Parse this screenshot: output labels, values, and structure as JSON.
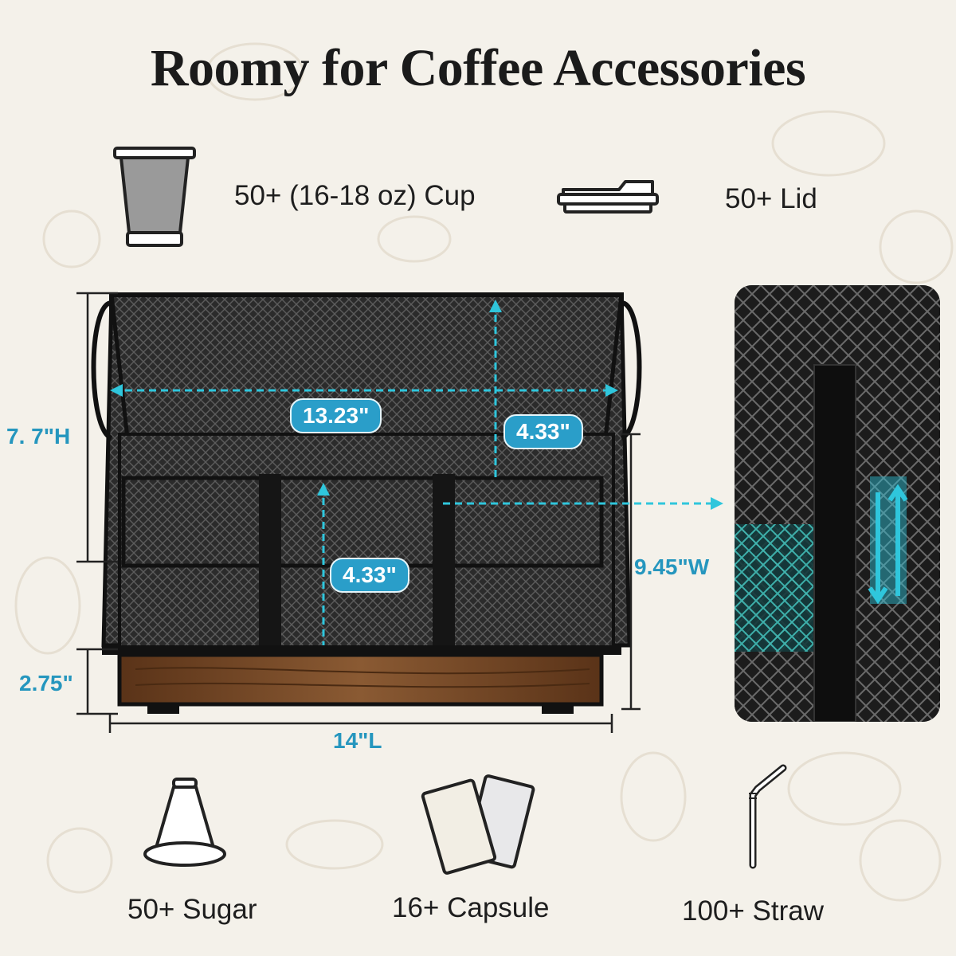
{
  "title": "Roomy for Coffee Accessories",
  "capacity_top": [
    {
      "label": "50+ (16-18 oz) Cup",
      "icon": "cup-icon"
    },
    {
      "label": "50+ Lid",
      "icon": "lid-icon"
    }
  ],
  "capacity_bottom": [
    {
      "label": "50+ Sugar",
      "icon": "sugar-pod-icon"
    },
    {
      "label": "16+ Capsule",
      "icon": "capsule-packets-icon"
    },
    {
      "label": "100+ Straw",
      "icon": "straw-icon"
    }
  ],
  "dimensions": {
    "height": "7. 7\"H",
    "inner_width_top": "13.23\"",
    "divider_depth": "4.33\"",
    "divider_height": "4.33\"",
    "width": "9.45\"W",
    "base_height": "2.75\"",
    "length": "14\"L"
  },
  "colors": {
    "accent": "#2a9ec9",
    "background": "#f4f1ea",
    "text": "#1e1e1e",
    "wood": "#6b3f21"
  }
}
